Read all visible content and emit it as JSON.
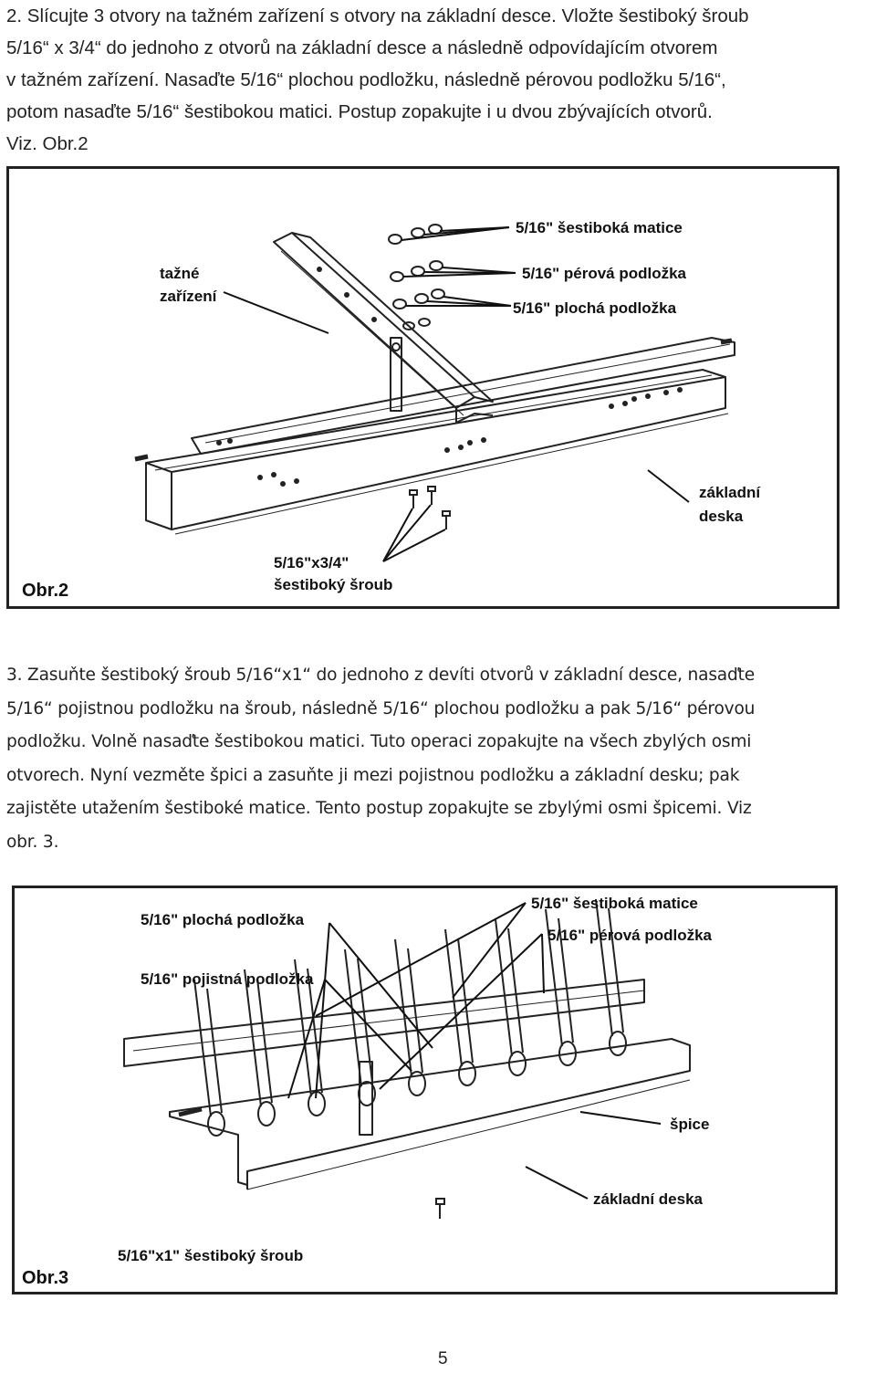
{
  "step2": {
    "line1": "2.  Slícujte 3 otvory na tažném zařízení s otvory na základní desce. Vložte šestiboký šroub",
    "line2": "5/16“ x 3/4“ do jednoho z otvorů na základní desce a následně odpovídajícím otvorem",
    "line3": "v tažném zařízení. Nasaďte 5/16“ plochou podložku, následně pérovou podložku 5/16“,",
    "line4": "potom nasaďte 5/16“ šestibokou matici. Postup zopakujte i u dvou zbývajících otvorů.",
    "line5": "Viz. Obr.2"
  },
  "figure2": {
    "label_nut": "5/16\" šestiboká matice",
    "label_spring_washer": "5/16\" pérová podložka",
    "label_flat_washer": "5/16\" plochá podložka",
    "label_hitch_1": "tažné",
    "label_hitch_2": "zařízení",
    "label_base_1": "základní",
    "label_base_2": "deska",
    "label_bolt_1": "5/16\"x3/4\"",
    "label_bolt_2": "šestiboký šroub",
    "caption": "Obr.2"
  },
  "step3": {
    "line1": "3.  Zasuňte šestiboký šroub 5/16“x1“ do jednoho z devíti otvorů v základní desce, nasaďte",
    "line2": "5/16“ pojistnou podložku na šroub, následně 5/16“ plochou podložku a pak 5/16“ pérovou",
    "line3": "podložku. Volně nasaďte šestibokou matici. Tuto operaci zopakujte na všech zbylých osmi",
    "line4": "otvorech. Nyní vezměte špici a zasuňte ji mezi pojistnou podložku a základní desku; pak",
    "line5": "zajistěte utažením šestiboké matice. Tento postup zopakujte se zbylými osmi špicemi. Viz",
    "line6": "obr. 3."
  },
  "figure3": {
    "label_flat_washer": "5/16\" plochá podložka",
    "label_lock_washer": "5/16\" pojistná podložka",
    "label_nut": "5/16\" šestiboká matice",
    "label_spring_washer": "5/16\" pérová podložka",
    "label_tine": "špice",
    "label_base": "základní deska",
    "label_bolt": "5/16\"x1\" šestiboký šroub",
    "caption": "Obr.3"
  },
  "page_number": "5"
}
